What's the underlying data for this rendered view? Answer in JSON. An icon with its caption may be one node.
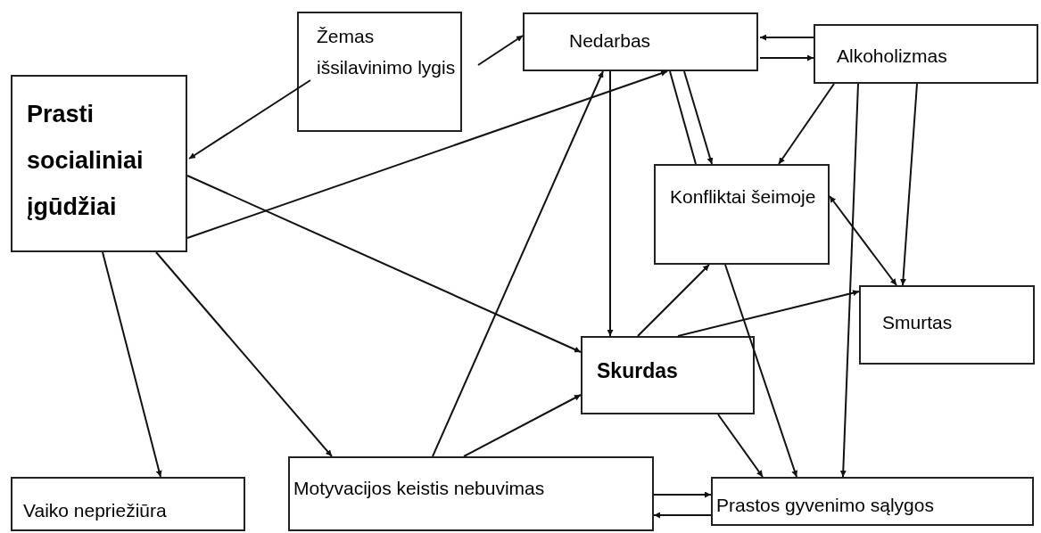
{
  "diagram": {
    "nodes": [
      {
        "text": [
          "Prasti socialiniai įgūdžiai"
        ]
      },
      {
        "text": [
          "Žemas išsilavinimo lygis"
        ]
      },
      {
        "text": [
          "Nedarbas"
        ]
      },
      {
        "text": [
          "Alkoholizmas"
        ]
      },
      {
        "text": [
          "Konfliktai šeimoje"
        ]
      },
      {
        "text": [
          "Smurtas"
        ]
      },
      {
        "text": [
          "Skurdas"
        ]
      },
      {
        "text": [
          "Vaiko nepriežiūra"
        ]
      },
      {
        "text": [
          "Motyvacijos keistis nebuvimas"
        ]
      },
      {
        "text": [
          "Prastos gyvenimo sąlygos"
        ]
      }
    ],
    "edges": [
      {
        "from": 1,
        "to": 0,
        "arrow": "to"
      },
      {
        "from": 1,
        "to": 2,
        "arrow": "to"
      },
      {
        "from": 3,
        "to": 2,
        "arrow": "to"
      },
      {
        "from": 2,
        "to": 3,
        "arrow": "to"
      },
      {
        "from": 0,
        "to": 2,
        "arrow": "to"
      },
      {
        "from": 8,
        "to": 2,
        "arrow": "to"
      },
      {
        "from": 2,
        "to": 6,
        "arrow": "to"
      },
      {
        "from": 2,
        "to": 4,
        "arrow": "none"
      },
      {
        "from": 2,
        "to": 4,
        "arrow": "to"
      },
      {
        "from": 3,
        "to": 4,
        "arrow": "to"
      },
      {
        "from": 3,
        "to": 9,
        "arrow": "to"
      },
      {
        "from": 3,
        "to": 5,
        "arrow": "to"
      },
      {
        "from": 4,
        "to": 5,
        "arrow": "both"
      },
      {
        "from": 6,
        "to": 4,
        "arrow": "to"
      },
      {
        "from": 6,
        "to": 5,
        "arrow": "to"
      },
      {
        "from": 6,
        "to": 9,
        "arrow": "to"
      },
      {
        "from": 8,
        "to": 6,
        "arrow": "to"
      },
      {
        "from": 0,
        "to": 6,
        "arrow": "to"
      },
      {
        "from": 0,
        "to": 7,
        "arrow": "to"
      },
      {
        "from": 0,
        "to": 8,
        "arrow": "to"
      },
      {
        "from": 8,
        "to": 9,
        "arrow": "to"
      },
      {
        "from": 9,
        "to": 8,
        "arrow": "to"
      },
      {
        "from": 4,
        "to": 9,
        "arrow": "to"
      }
    ]
  }
}
